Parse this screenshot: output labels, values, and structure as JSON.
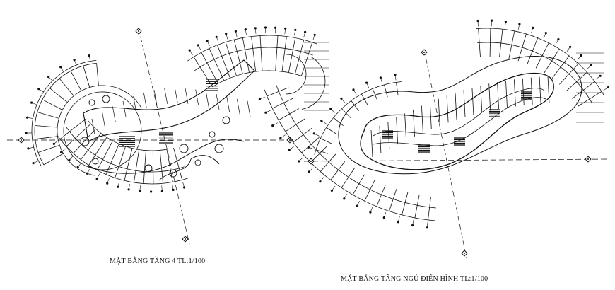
{
  "drawings": [
    {
      "id": "floor-4",
      "caption": "MẶT BẰNG TẦNG 4 TL:1/100"
    },
    {
      "id": "typical-guest-floor",
      "caption": "MẶT BẰNG TẦNG NGỦ ĐIỂN HÌNH TL:1/100"
    }
  ],
  "colors": {
    "line": "#111111",
    "background": "#ffffff"
  }
}
